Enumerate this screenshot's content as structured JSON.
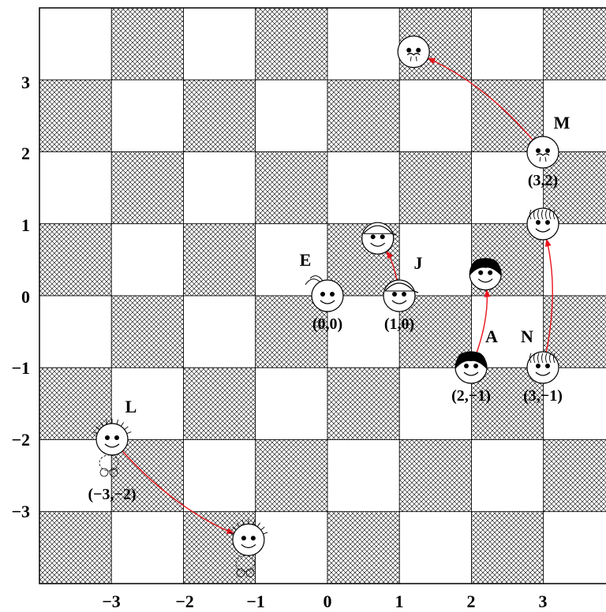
{
  "axes": {
    "x_ticks": [
      "−3",
      "−2",
      "−1",
      "0",
      "1",
      "2",
      "3"
    ],
    "y_ticks": [
      "3",
      "2",
      "1",
      "0",
      "−1",
      "−2",
      "−3"
    ]
  },
  "characters": [
    {
      "id": "E",
      "label": "E",
      "coord": "(0,0)",
      "hair": "curl"
    },
    {
      "id": "J",
      "label": "J",
      "coord": "(1,0)",
      "hair": "cap"
    },
    {
      "id": "A",
      "label": "A",
      "coord": "(2,−1)",
      "hair": "dark"
    },
    {
      "id": "N",
      "label": "N",
      "coord": "(3,−1)",
      "hair": "wavy"
    },
    {
      "id": "M",
      "label": "M",
      "coord": "(3,2)",
      "hair": "mustache"
    },
    {
      "id": "L",
      "label": "L",
      "coord": "(−3,−2)",
      "hair": "spiky"
    }
  ],
  "moves": [
    {
      "from": "J",
      "to": [
        0.7,
        0.8
      ]
    },
    {
      "from": "A",
      "to": [
        2.2,
        0.3
      ]
    },
    {
      "from": "N",
      "to": [
        3.0,
        1.0
      ]
    },
    {
      "from": "M",
      "to": [
        1.2,
        3.4
      ]
    },
    {
      "from": "L",
      "to": [
        -1.1,
        -3.4
      ]
    }
  ],
  "colors": {
    "arrow": "#e8141b",
    "hatch": "#000000"
  }
}
